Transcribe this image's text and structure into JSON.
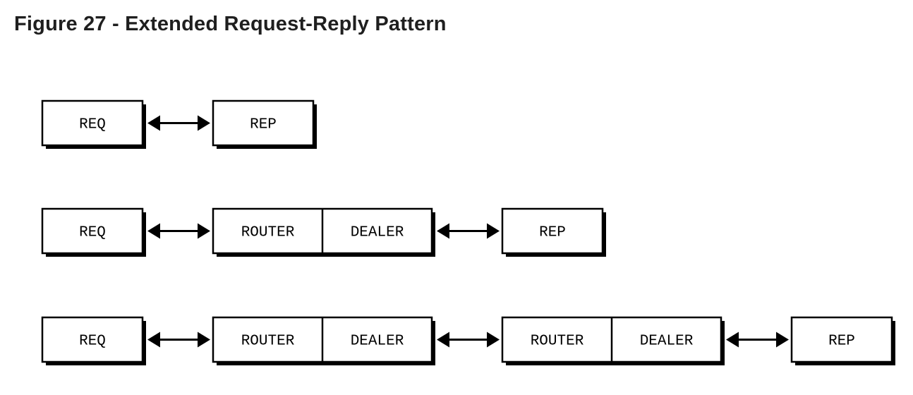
{
  "title": "Figure 27 - Extended Request-Reply Pattern",
  "rows": [
    {
      "nodes": [
        {
          "id": "r1-req",
          "labels": [
            "REQ"
          ]
        },
        {
          "id": "r1-rep",
          "labels": [
            "REP"
          ]
        }
      ]
    },
    {
      "nodes": [
        {
          "id": "r2-req",
          "labels": [
            "REQ"
          ]
        },
        {
          "id": "r2-broker",
          "labels": [
            "ROUTER",
            "DEALER"
          ]
        },
        {
          "id": "r2-rep",
          "labels": [
            "REP"
          ]
        }
      ]
    },
    {
      "nodes": [
        {
          "id": "r3-req",
          "labels": [
            "REQ"
          ]
        },
        {
          "id": "r3-broker-1",
          "labels": [
            "ROUTER",
            "DEALER"
          ]
        },
        {
          "id": "r3-broker-2",
          "labels": [
            "ROUTER",
            "DEALER"
          ]
        },
        {
          "id": "r3-rep",
          "labels": [
            "REP"
          ]
        }
      ]
    }
  ],
  "colors": {
    "stroke": "#000000",
    "box_fill": "#ffffff",
    "shadow": "#000000",
    "title": "#1f1f1f"
  }
}
